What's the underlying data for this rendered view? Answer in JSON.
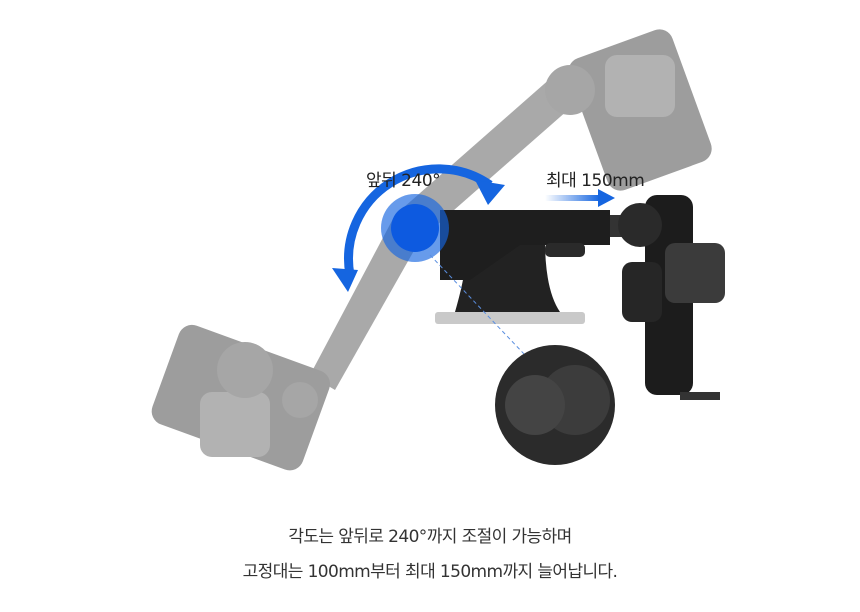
{
  "labels": {
    "rotation": "앞뒤 240°",
    "extension": "최대 150mm"
  },
  "caption": {
    "line1": "각도는 앞뒤로 240°까지 조절이 가능하며",
    "line2": "고정대는 100mm부터 최대 150mm까지 늘어납니다."
  },
  "colors": {
    "accent": "#1565e0",
    "body": "#1e1e1e",
    "ghost": "#8a8a8a"
  }
}
